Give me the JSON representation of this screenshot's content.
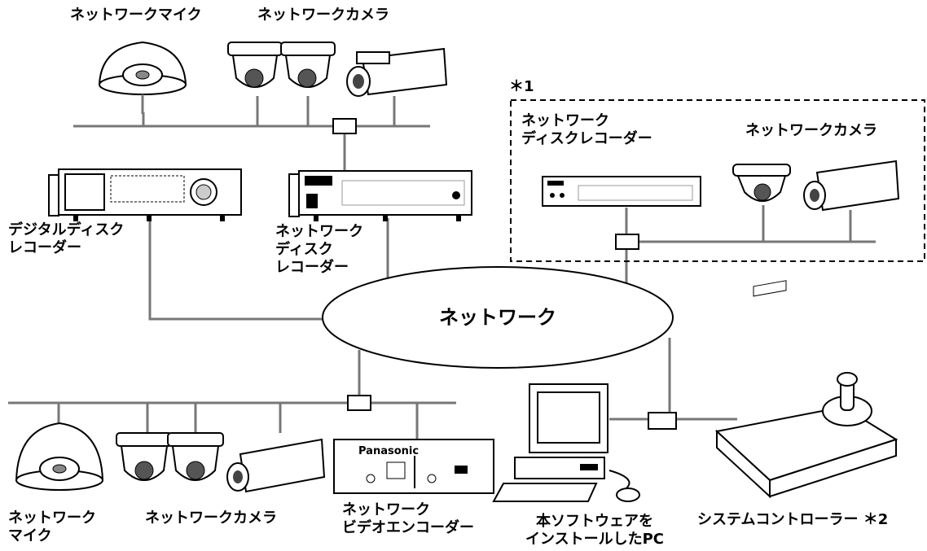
{
  "labels": {
    "top_mic": "ネットワークマイク",
    "top_camera": "ネットワークカメラ",
    "note1": "＊1",
    "inset_recorder": "ネットワーク\nディスクレコーダー",
    "inset_camera": "ネットワークカメラ",
    "digital_recorder": "デジタルディスク\nレコーダー",
    "network_recorder": "ネットワーク\nディスク\nレコーダー",
    "network": "ネットワーク",
    "bottom_mic": "ネットワーク\nマイク",
    "bottom_camera": "ネットワークカメラ",
    "encoder": "ネットワーク\nビデオエンコーダー",
    "pc": "本ソフトウェアを\nインストールしたPC",
    "controller": "システムコントローラー ＊2"
  },
  "device_text": {
    "brand": "Panasonic"
  }
}
